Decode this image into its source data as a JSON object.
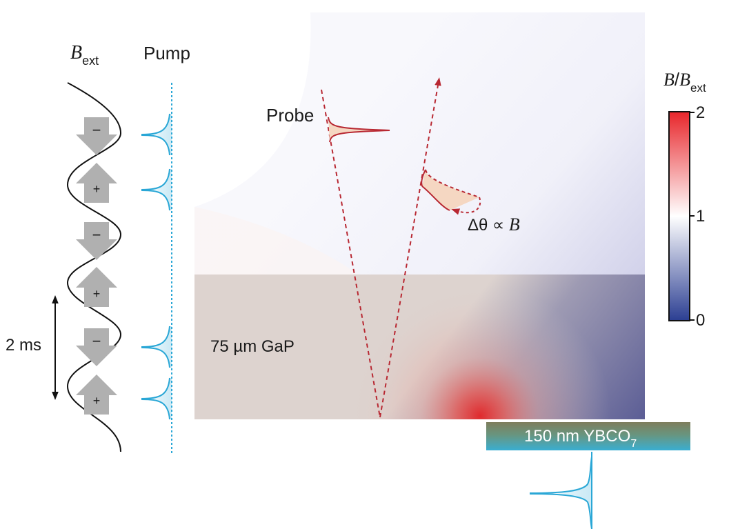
{
  "labels": {
    "b_symbol": "B",
    "b_sub": "ext",
    "pump": "Pump",
    "probe": "Probe",
    "delta_prefix": "Δθ ∝ ",
    "delta_b": "B",
    "time_scale": "2 ms",
    "substrate": "75 µm GaP",
    "film_main": "150 nm YBCO",
    "film_sub": "7"
  },
  "field_signs": [
    "−",
    "+",
    "−",
    "+",
    "−",
    "+"
  ],
  "colorbar": {
    "label_b": "B",
    "label_slash": "/",
    "label_bext": "B",
    "label_bext_sub": "ext",
    "ticks": [
      "2",
      "1",
      "0"
    ],
    "color_high": "#e8262b",
    "color_mid": "#ffffff",
    "color_low": "#2b3e92"
  },
  "colors": {
    "beam": "#b82832",
    "pulse": "#2aa7d6",
    "arrow_gray": "#b0b0b0",
    "gap_base": "#ddd3cf",
    "film_top": "#7d7d5e",
    "film_bottom": "#3fa9c5"
  }
}
